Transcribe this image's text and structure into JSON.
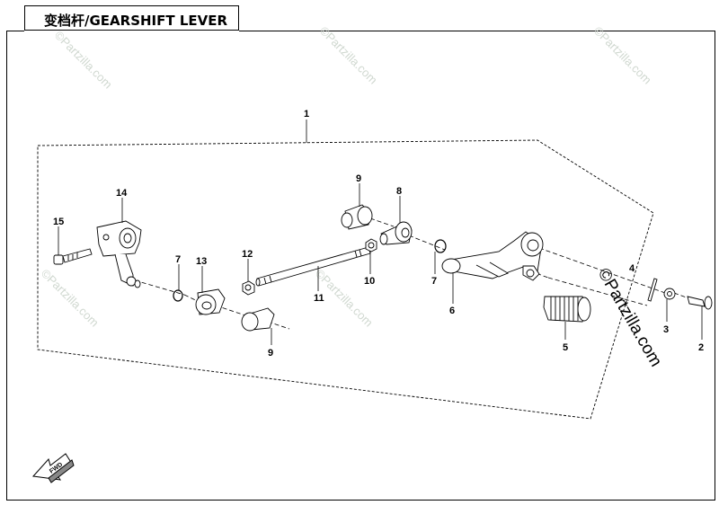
{
  "title": "变档杆/GEARSHIFT LEVER",
  "watermark": "©Partzilla.com",
  "parts": {
    "p1": "1",
    "p2": "2",
    "p3": "3",
    "p4": "4",
    "p5": "5",
    "p6": "6",
    "p7a": "7",
    "p7b": "7",
    "p8": "8",
    "p9a": "9",
    "p9b": "9",
    "p10": "10",
    "p11": "11",
    "p12": "12",
    "p13": "13",
    "p14": "14",
    "p15": "15"
  },
  "fwd_label": "FWD",
  "colors": {
    "line": "#000000",
    "watermark": "#d0d8d0"
  }
}
